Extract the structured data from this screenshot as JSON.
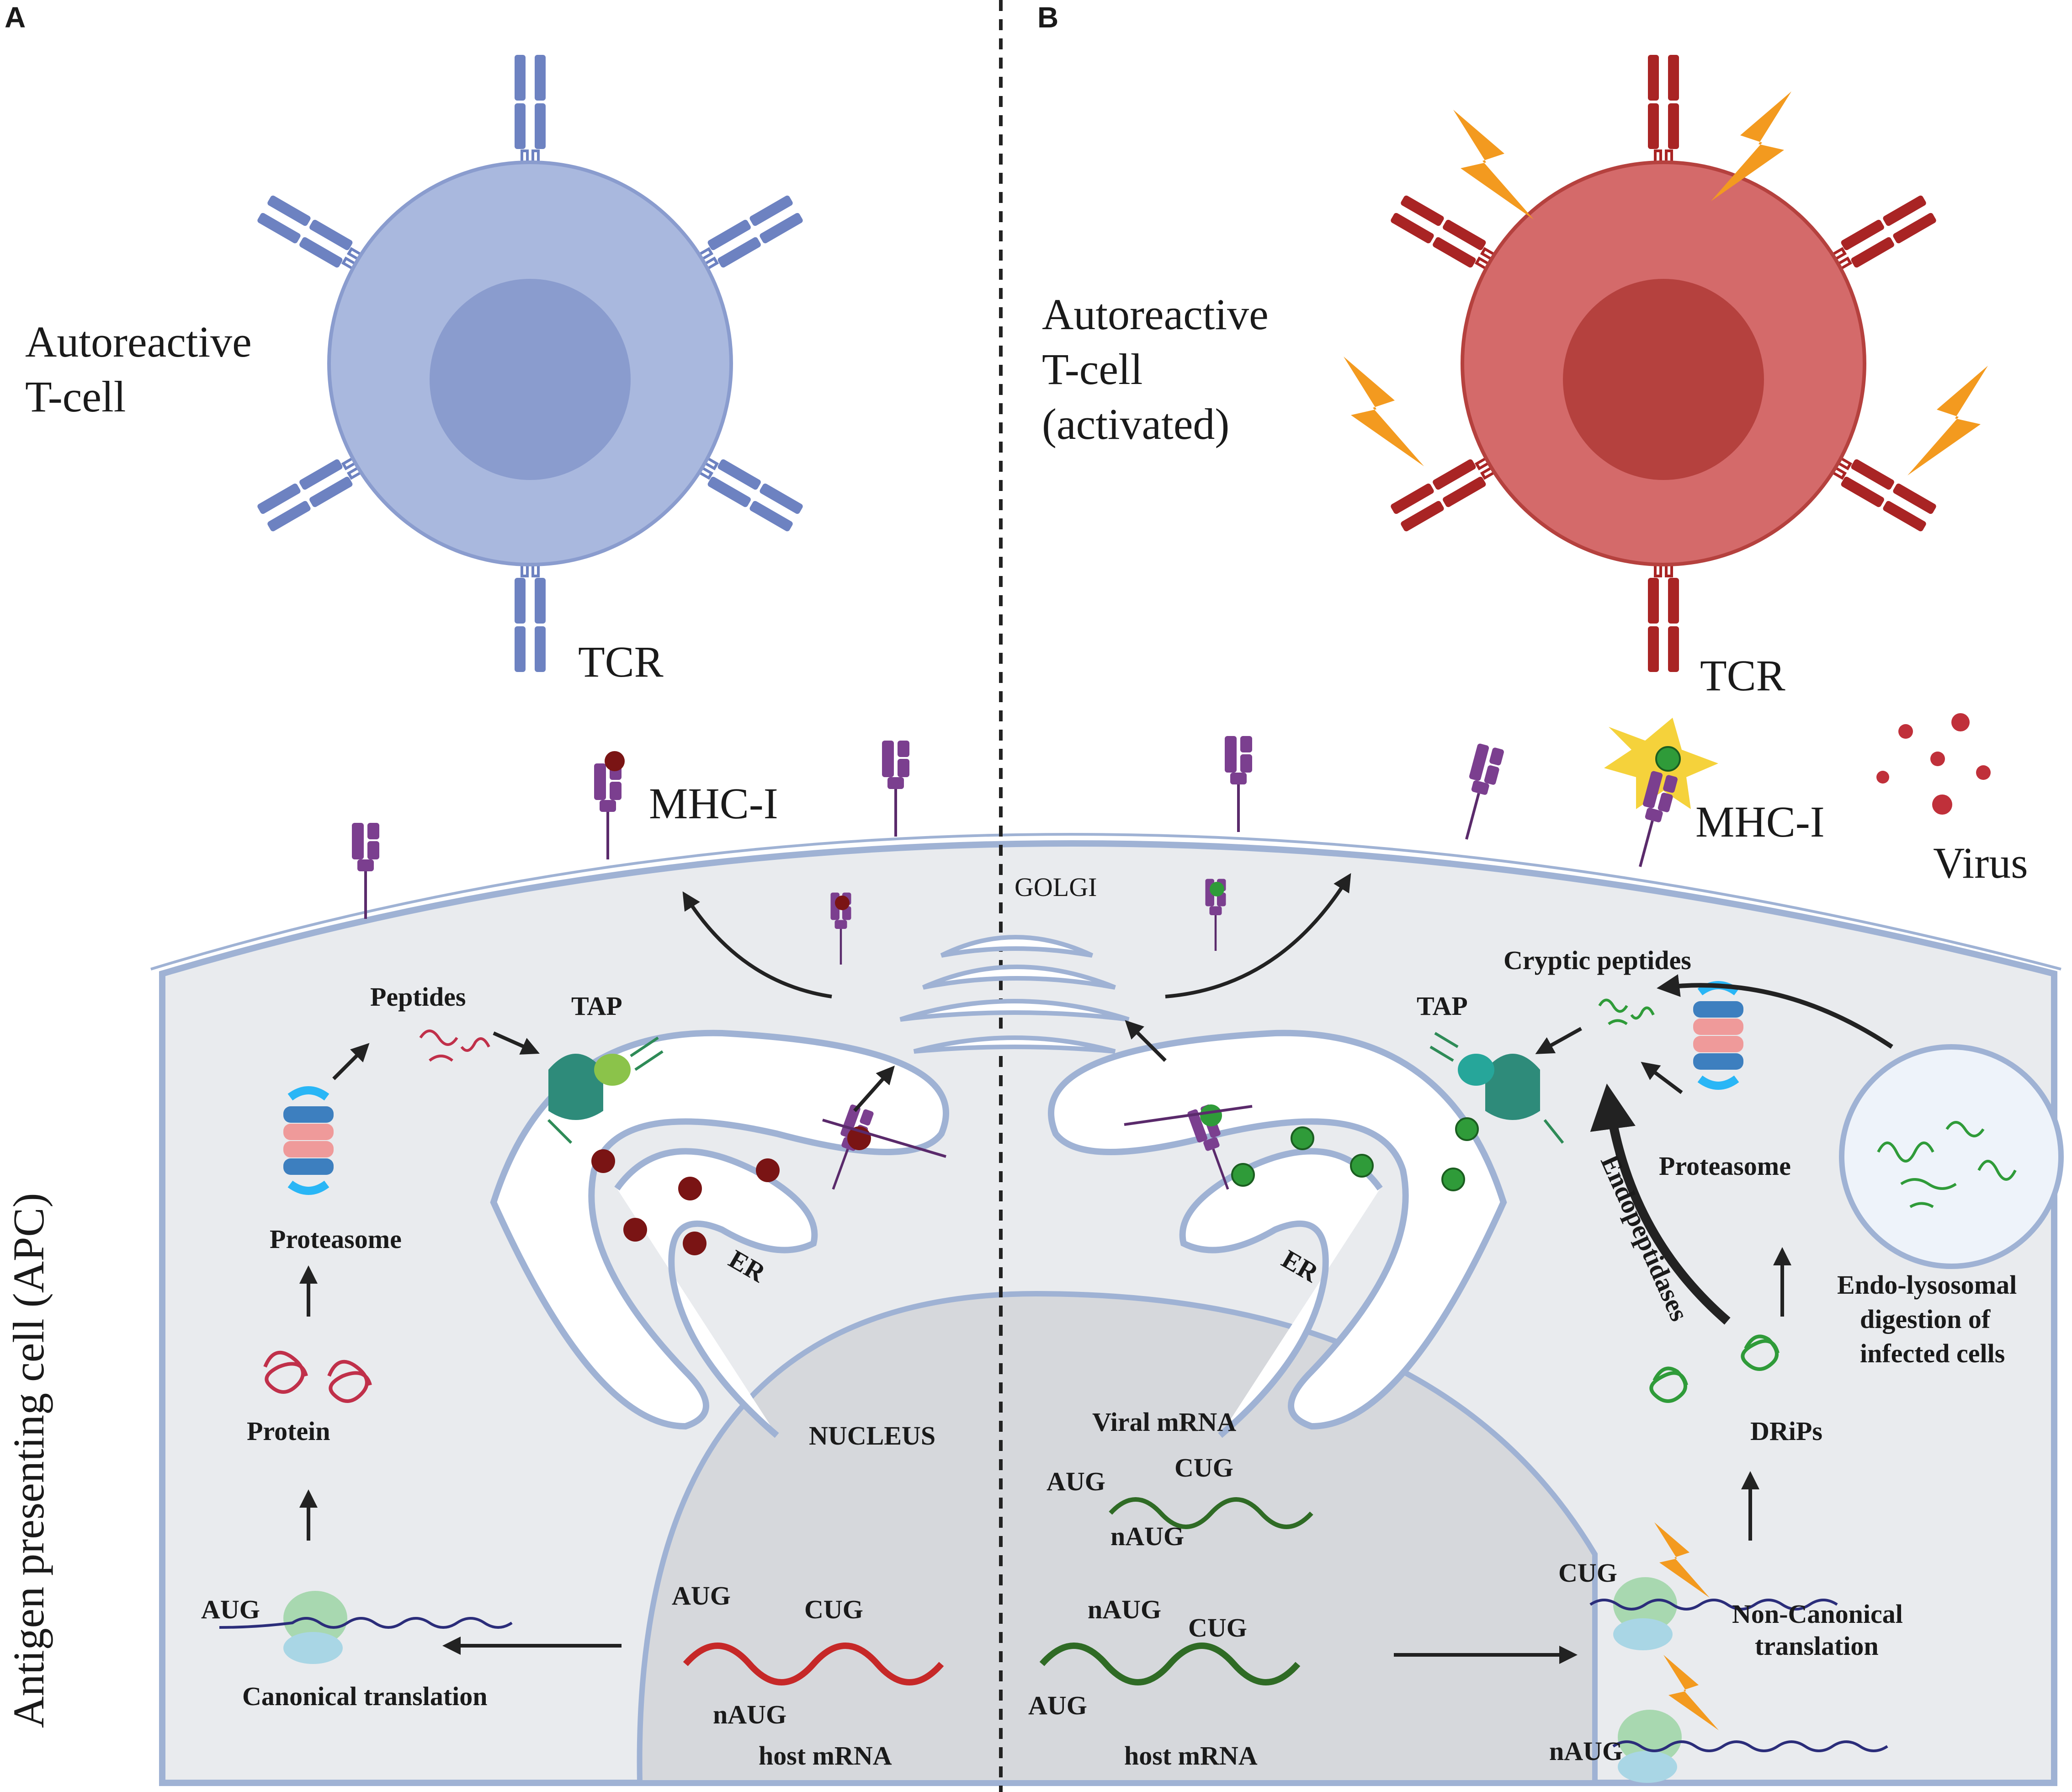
{
  "panels": {
    "a": "A",
    "b": "B"
  },
  "side_label": "Antigen presenting cell (APC)",
  "left": {
    "tcell_label": "Autoreactive\nT-cell",
    "tcr": "TCR",
    "mhc": "MHC-I",
    "peptides": "Peptides",
    "tap": "TAP",
    "proteasome": "Proteasome",
    "protein": "Protein",
    "er": "ER",
    "aug": "AUG",
    "canonical": "Canonical translation",
    "nucleus": "NUCLEUS",
    "host_aug": "AUG",
    "host_cug": "CUG",
    "host_naug": "nAUG",
    "host_mrna": "host mRNA"
  },
  "right": {
    "tcell_label": "Autoreactive\nT-cell\n(activated)",
    "tcr": "TCR",
    "mhc": "MHC-I",
    "virus": "Virus",
    "golgi": "GOLGI",
    "cryptic": "Cryptic peptides",
    "tap": "TAP",
    "proteasome": "Proteasome",
    "endopeptidases": "Endopeptidases",
    "lyso": "Endo-lysosomal\ndigestion of\ninfected cells",
    "drips": "DRiPs",
    "er": "ER",
    "viral_mrna": "Viral mRNA",
    "v_aug": "AUG",
    "v_cug": "CUG",
    "v_naug": "nAUG",
    "h_naug": "nAUG",
    "h_cug": "CUG",
    "h_aug": "AUG",
    "host_mrna": "host mRNA",
    "cug": "CUG",
    "noncanonical": "Non-Canonical\ntranslation",
    "naug": "nAUG"
  },
  "colors": {
    "tcell_blue": "#a9b8de",
    "tcell_nucleus_blue": "#8a9cce",
    "receptor_blue": "#6d82c1",
    "tcell_red": "#d46a6a",
    "tcell_nucleus_red": "#b5413e",
    "receptor_red": "#a92424",
    "mhc_purple": "#7b3f8f",
    "apc_gray": "#e9ebee",
    "membrane": "#9fb2d4",
    "nucleus_gray": "#d6d8dc",
    "host_mrna_red": "#c62828",
    "viral_mrna_green": "#2f6b25",
    "lightning_orange": "#f39a1f",
    "peptide_green": "#2f9b39",
    "peptide_red": "#c0304a",
    "er_dot": "#7a1414"
  }
}
